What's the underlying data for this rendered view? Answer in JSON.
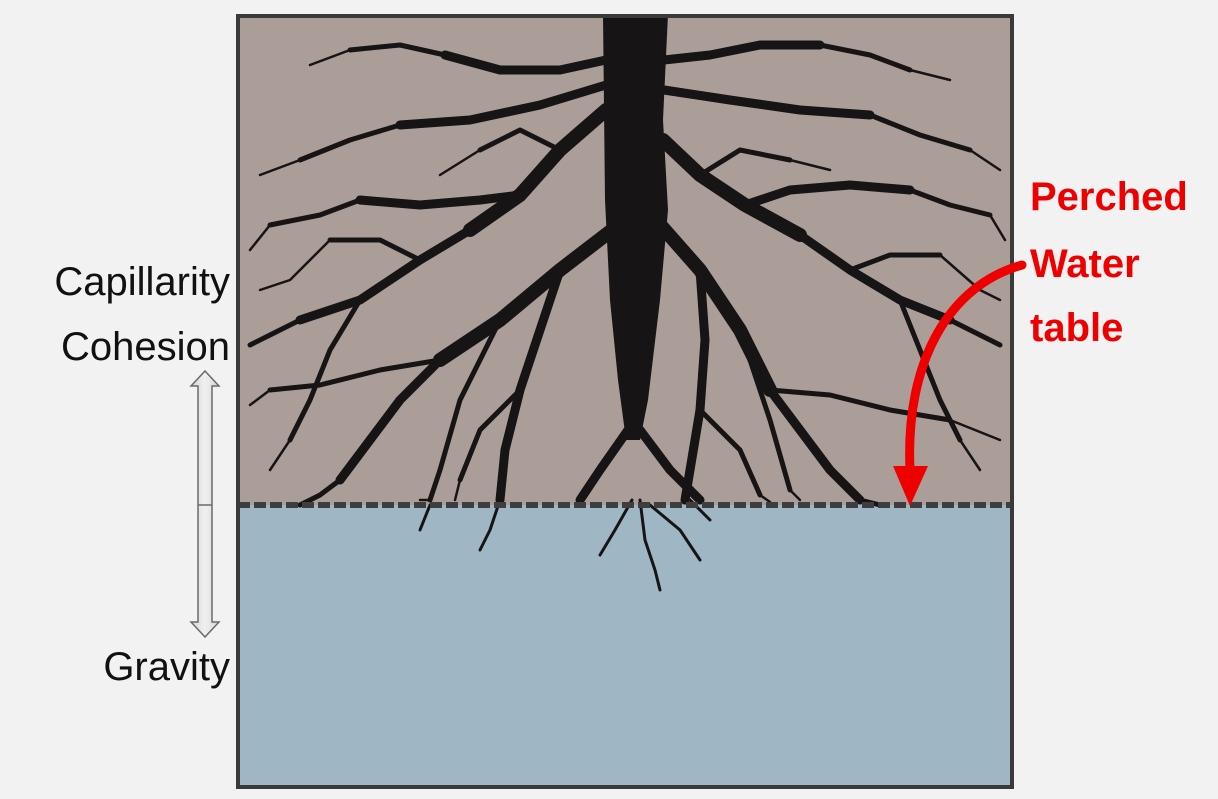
{
  "forces": {
    "upward_line1": "Capillarity",
    "upward_line2": "Cohesion",
    "downward": "Gravity"
  },
  "callout": {
    "line1": "Perched",
    "line2": "Water",
    "line3": "table",
    "color": "#ee0000"
  },
  "colors": {
    "soil": "#ab9e98",
    "water": "#9fb6c4",
    "roots": "#161414",
    "frame": "#3a3a3a"
  }
}
